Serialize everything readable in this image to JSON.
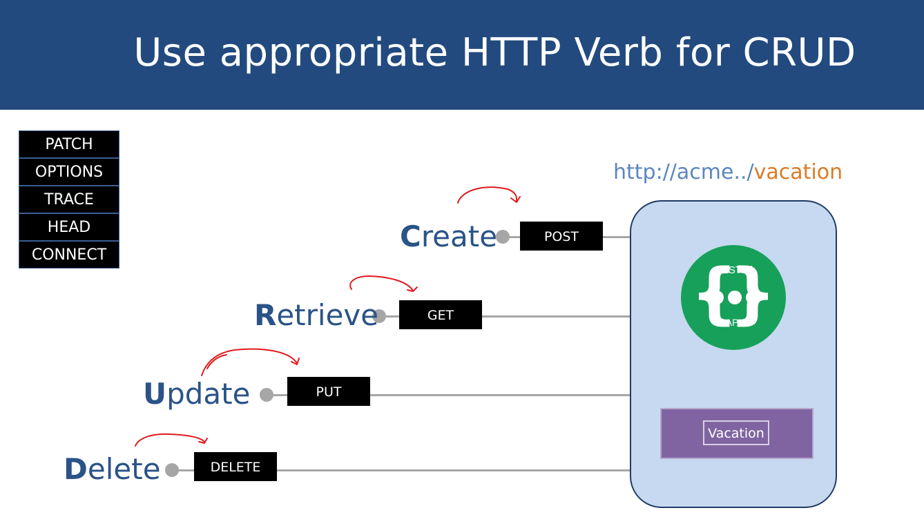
{
  "title": "Use appropriate HTTP Verb for CRUD",
  "other_verbs": [
    "PATCH",
    "OPTIONS",
    "TRACE",
    "HEAD",
    "CONNECT"
  ],
  "url": {
    "base": "http://acme../",
    "resource": "vacation"
  },
  "api": {
    "top": "RESTful",
    "bottom": "API"
  },
  "resource_label": "Vacation",
  "operations": [
    {
      "initial": "C",
      "rest": "reate",
      "verb": "POST"
    },
    {
      "initial": "R",
      "rest": "etrieve",
      "verb": "GET"
    },
    {
      "initial": "U",
      "rest": "pdate",
      "verb": "PUT"
    },
    {
      "initial": "D",
      "rest": "elete",
      "verb": "DELETE"
    }
  ]
}
